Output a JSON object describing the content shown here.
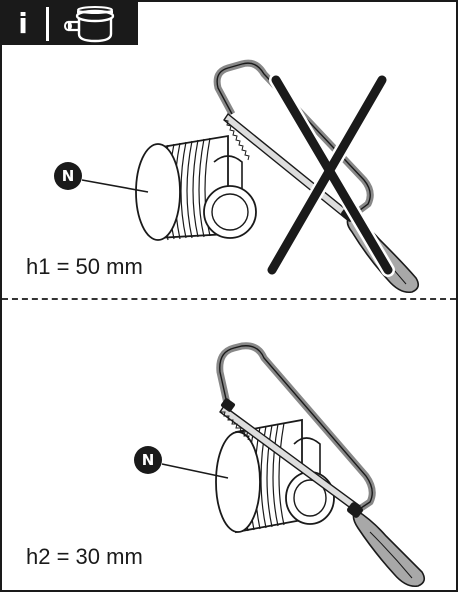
{
  "header": {
    "info_letter": "i",
    "icon": "drain-fitting-icon",
    "background": "#1a1a1a"
  },
  "panels": [
    {
      "id": "incorrect",
      "marker": "N",
      "measurement": "h1 = 50 mm",
      "icon": "cross-out-icon"
    },
    {
      "id": "correct",
      "marker": "N",
      "measurement": "h2 = 30 mm"
    }
  ],
  "colors": {
    "ink": "#1a1a1a",
    "saw_frame": "#888888",
    "handle": "#a8a8a8"
  }
}
